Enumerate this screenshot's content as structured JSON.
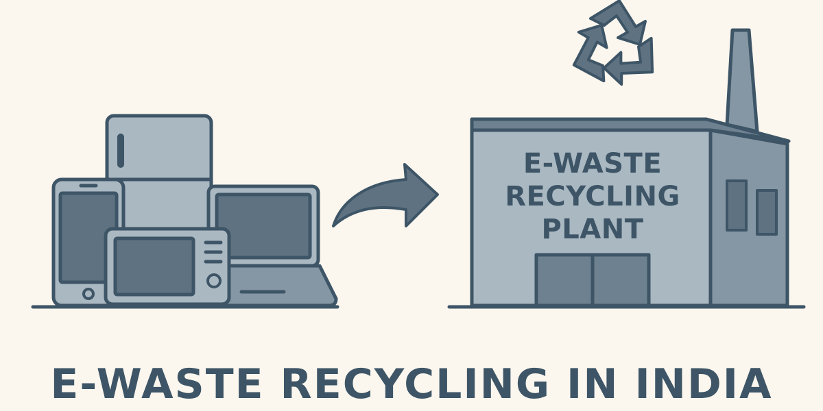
{
  "plant": {
    "label_lines": [
      "E-WASTE",
      "RECYCLING",
      "PLANT"
    ]
  },
  "title": "E-WASTE RECYCLING IN INDIA",
  "icons": [
    "recycle-icon",
    "refrigerator-icon",
    "smartphone-icon",
    "microwave-icon",
    "laptop-icon",
    "arrow-icon",
    "factory-icon"
  ],
  "colors": {
    "background": "#fbf6ee",
    "outline": "#3d5566",
    "light_fill": "#aab8c2",
    "mid_fill": "#8597a4",
    "dark_fill": "#5f7282"
  }
}
